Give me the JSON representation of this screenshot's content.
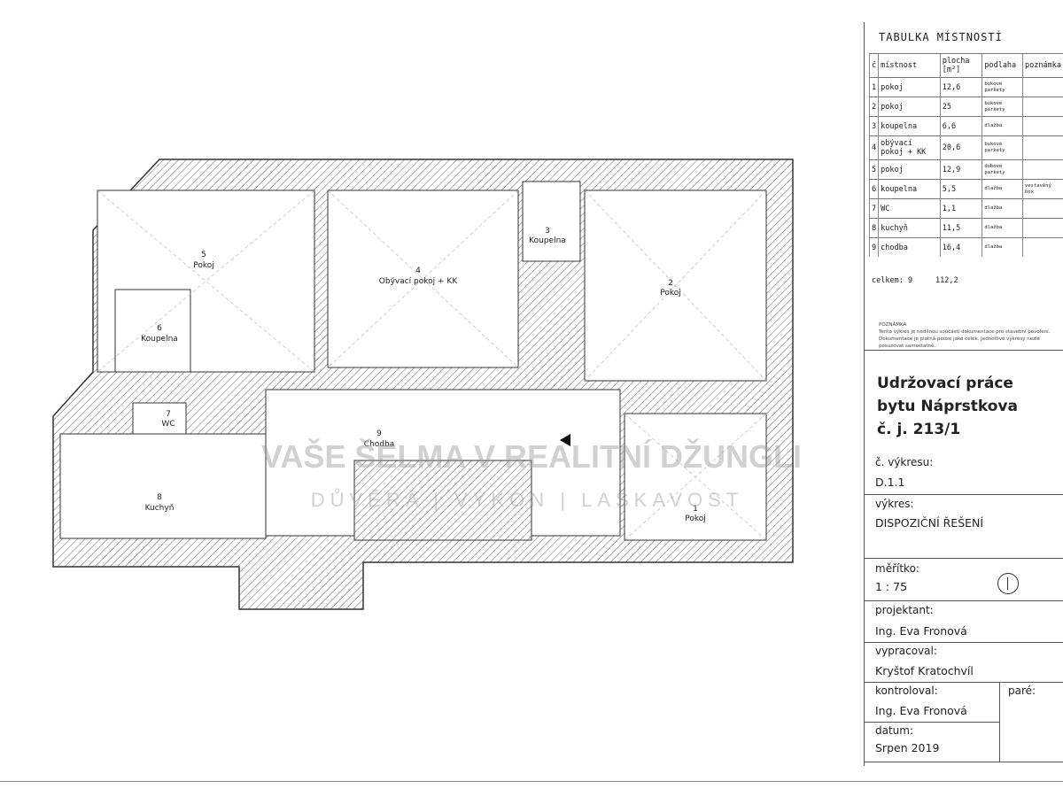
{
  "rooms": [
    {
      "no": "1",
      "name": "Pokoj"
    },
    {
      "no": "2",
      "name": "Pokoj"
    },
    {
      "no": "3",
      "name": "Koupelna"
    },
    {
      "no": "4",
      "name": "Obývací pokoj + KK"
    },
    {
      "no": "5",
      "name": "Pokoj"
    },
    {
      "no": "6",
      "name": "Koupelna"
    },
    {
      "no": "7",
      "name": "WC"
    },
    {
      "no": "8",
      "name": "Kuchyň"
    },
    {
      "no": "9",
      "name": "Chodba"
    }
  ],
  "watermark": {
    "line1": "VAŠE ŠELMA V REALITNÍ DŽUNGLI",
    "line2": "DŮVĚRA | VÝKON | LASKAVOST"
  },
  "table": {
    "title": "TABULKA MÍSTNOSTÍ",
    "headers": [
      "č",
      "místnost",
      "plocha [m²]",
      "podlaha",
      "poznámka"
    ],
    "rows": [
      [
        "1",
        "pokoj",
        "12,6",
        "bukové parkety",
        ""
      ],
      [
        "2",
        "pokoj",
        "25",
        "bukové parkety",
        ""
      ],
      [
        "3",
        "koupelna",
        "6,6",
        "dlažba",
        ""
      ],
      [
        "4",
        "obývací pokoj + KK",
        "20,6",
        "bukové parkety",
        ""
      ],
      [
        "5",
        "pokoj",
        "12,9",
        "dubové parkety",
        ""
      ],
      [
        "6",
        "koupelna",
        "5,5",
        "dlažba",
        "vestavěný box"
      ],
      [
        "7",
        "WC",
        "1,1",
        "dlažba",
        ""
      ],
      [
        "8",
        "kuchyň",
        "11,5",
        "dlažba",
        ""
      ],
      [
        "9",
        "chodba",
        "16,4",
        "dlažba",
        ""
      ]
    ],
    "total_label": "celkem: 9",
    "total_value": "112,2"
  },
  "note": {
    "title": "POZNÁMKA",
    "text": "Tento výkres je nedílnou součástí dokumentace pro stavební povolení. Dokumentace je platná pouze jako celek. Jednotlivé výkresy nezle posuzovat samostatně."
  },
  "titleblock": {
    "project_line1": "Udržovací práce",
    "project_line2": "bytu Náprstkova",
    "project_line3": "č. j. 213/1",
    "drawing_no_label": "č. výkresu:",
    "drawing_no": "D.1.1",
    "drawing_label": "výkres:",
    "drawing": "DISPOZIČNÍ ŘEŠENÍ",
    "scale_label": "měřítko:",
    "scale": "1 : 75",
    "designer_label": "projektant:",
    "designer": "Ing. Eva Fronová",
    "drawn_label": "vypracoval:",
    "drawn": "Kryštof Kratochvíl",
    "checked_label": "kontroloval:",
    "checked": "Ing. Eva Fronová",
    "copies_label": "paré:",
    "date_label": "datum:",
    "date": "Srpen 2019"
  }
}
